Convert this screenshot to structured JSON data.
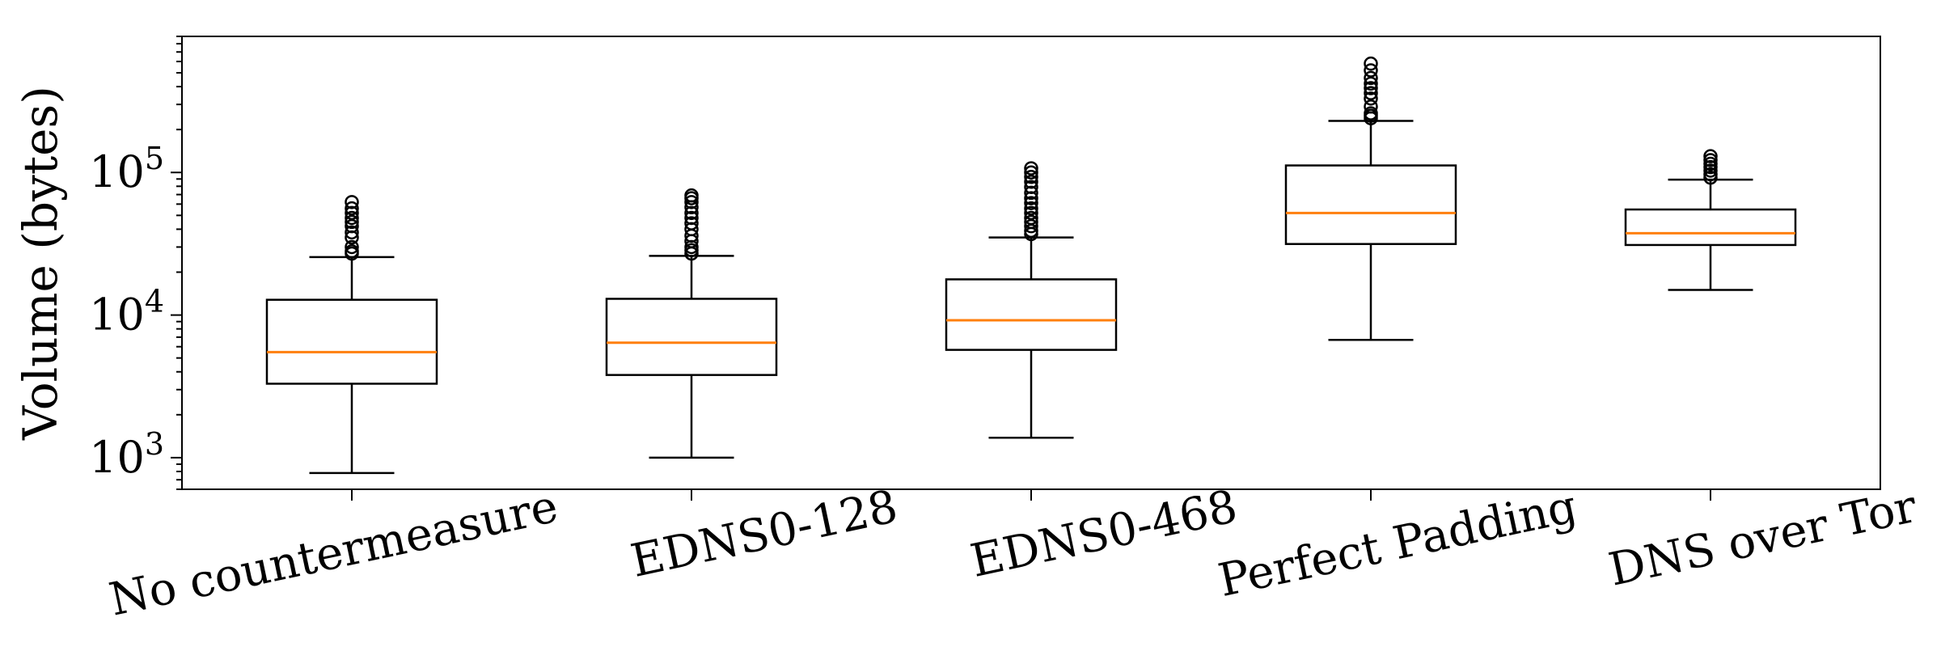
{
  "chart_data": {
    "type": "box",
    "title": "",
    "xlabel": "",
    "ylabel": "Volume (bytes)",
    "yscale": "log",
    "ylim": [
      600,
      900000
    ],
    "yticks": [
      {
        "value": 1000,
        "base": "10",
        "exp": "3"
      },
      {
        "value": 10000,
        "base": "10",
        "exp": "4"
      },
      {
        "value": 100000,
        "base": "10",
        "exp": "5"
      }
    ],
    "categories": [
      "No countermeasure",
      "EDNS0-128",
      "EDNS0-468",
      "Perfect Padding",
      "DNS over Tor"
    ],
    "boxes": [
      {
        "whislo": 780,
        "q1": 3300,
        "med": 5500,
        "q3": 12800,
        "whishi": 25500,
        "fliers": [
          27000,
          28000,
          30000,
          35000,
          38000,
          42000,
          45000,
          48000,
          52000,
          56000,
          62000
        ]
      },
      {
        "whislo": 1000,
        "q1": 3800,
        "med": 6400,
        "q3": 13000,
        "whishi": 26000,
        "fliers": [
          27000,
          28500,
          30000,
          33000,
          36000,
          40000,
          44000,
          48000,
          52000,
          57000,
          62000,
          66000,
          69000
        ]
      },
      {
        "whislo": 1380,
        "q1": 5700,
        "med": 9200,
        "q3": 17800,
        "whishi": 35000,
        "fliers": [
          37000,
          39000,
          42000,
          45000,
          48000,
          52000,
          56000,
          61000,
          66000,
          72000,
          79000,
          86000,
          93000,
          100000,
          107000
        ]
      },
      {
        "whislo": 6700,
        "q1": 31500,
        "med": 52000,
        "q3": 112000,
        "whishi": 230000,
        "fliers": [
          240000,
          250000,
          260000,
          290000,
          330000,
          360000,
          390000,
          420000,
          460000,
          520000,
          580000
        ]
      },
      {
        "whislo": 15000,
        "q1": 31000,
        "med": 37500,
        "q3": 55000,
        "whishi": 89000,
        "fliers": [
          92000,
          97000,
          103000,
          109000,
          115000,
          122000,
          130000
        ]
      }
    ],
    "colors": {
      "box": "#000000",
      "median": "#ff7f0e",
      "flier": "#000000"
    },
    "grid": false,
    "legend": "none"
  }
}
